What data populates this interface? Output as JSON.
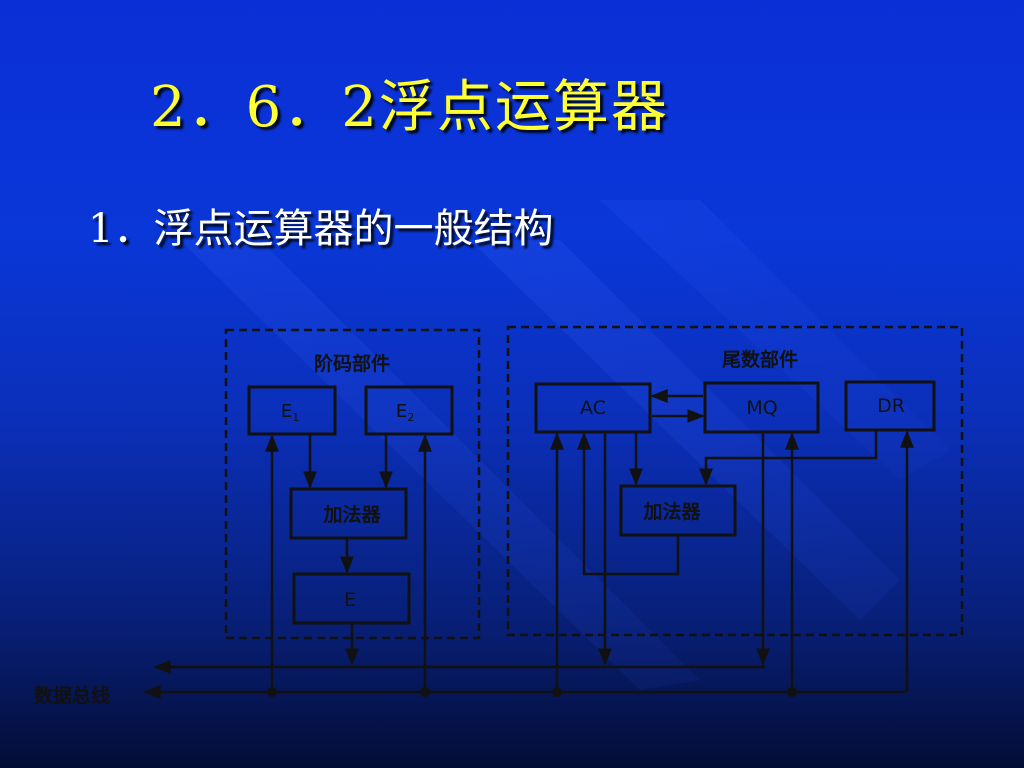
{
  "slide": {
    "title": "2．6．2浮点运算器",
    "subtitle": "1．浮点运算器的一般结构"
  },
  "diagram": {
    "exponent_unit": {
      "label": "阶码部件",
      "e1_main": "E",
      "e1_sub": "1",
      "e2_main": "E",
      "e2_sub": "2",
      "adder": "加法器",
      "e": "E"
    },
    "mantissa_unit": {
      "label": "尾数部件",
      "ac": "AC",
      "mq": "MQ",
      "dr": "DR",
      "adder": "加法器"
    },
    "bus_label": "数据总线"
  },
  "colors": {
    "title": "#ffff33",
    "text": "#ffffff",
    "diagram_line": "#111111"
  }
}
